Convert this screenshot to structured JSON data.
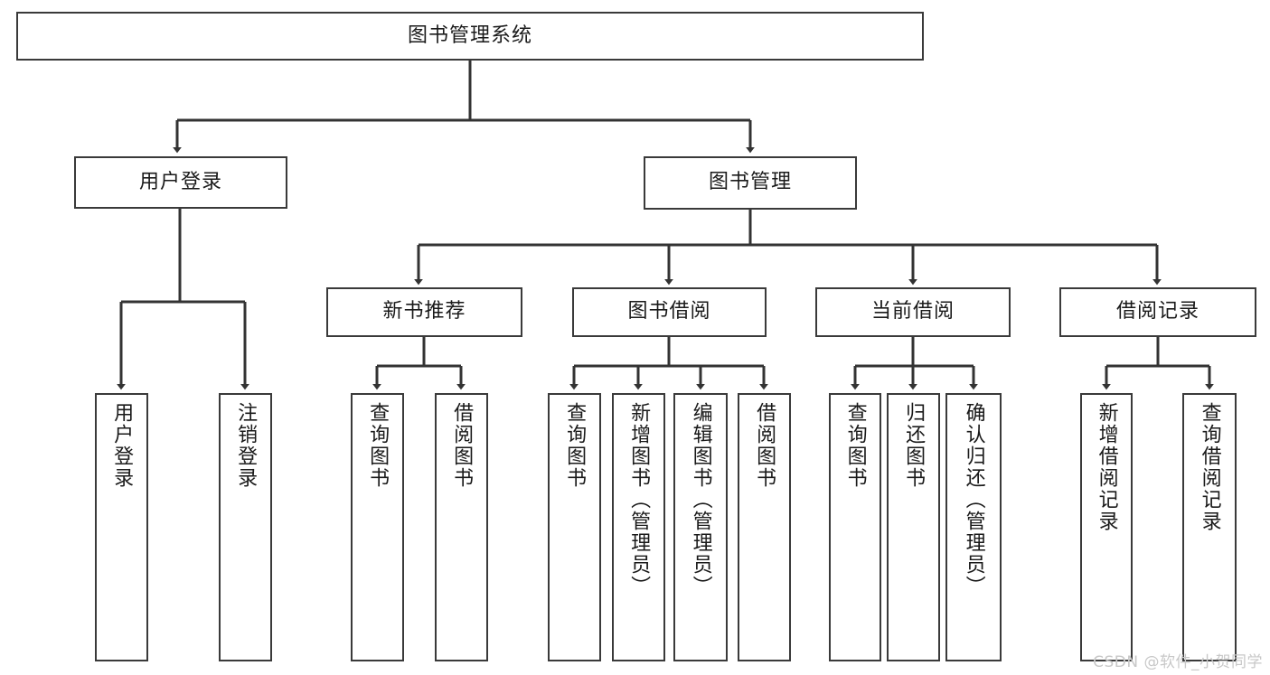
{
  "diagram": {
    "type": "hierarchy-tree",
    "title": "图书管理系统",
    "style": {
      "box_fill": "#ffffff",
      "box_stroke": "#3a3a3a",
      "edge_color": "#333333",
      "background": "#ffffff",
      "text_color": "#1a1a1a"
    },
    "root": {
      "label": "图书管理系统"
    },
    "level2": [
      {
        "label": "用户登录"
      },
      {
        "label": "图书管理"
      }
    ],
    "level3": [
      {
        "label": "新书推荐"
      },
      {
        "label": "图书借阅"
      },
      {
        "label": "当前借阅"
      },
      {
        "label": "借阅记录"
      }
    ],
    "leaves": {
      "user_login": [
        {
          "label": "用户登录"
        },
        {
          "label": "注销登录"
        }
      ],
      "new_book_recommend": [
        {
          "label": "查询图书"
        },
        {
          "label": "借阅图书"
        }
      ],
      "book_borrow": [
        {
          "label": "查询图书"
        },
        {
          "label": "新增图书（管理员）"
        },
        {
          "label": "编辑图书（管理员）"
        },
        {
          "label": "借阅图书"
        }
      ],
      "current_borrow": [
        {
          "label": "查询图书"
        },
        {
          "label": "归还图书"
        },
        {
          "label": "确认归还（管理员）"
        }
      ],
      "borrow_record": [
        {
          "label": "新增借阅记录"
        },
        {
          "label": "查询借阅记录"
        }
      ]
    }
  },
  "watermark": {
    "text": "CSDN @软件_小贺同学"
  }
}
